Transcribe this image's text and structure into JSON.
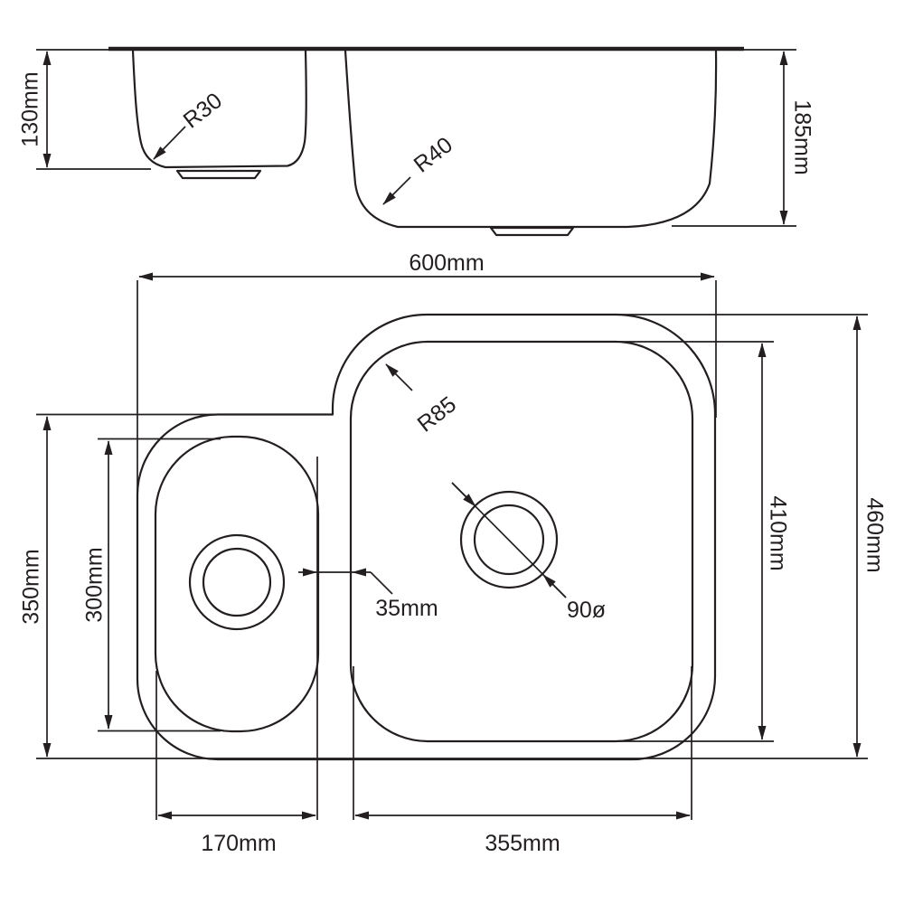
{
  "colors": {
    "line": "#231f20",
    "background": "#ffffff"
  },
  "elevation_view": {
    "depth_small_bowl": "130mm",
    "depth_large_bowl": "185mm",
    "radius_small_bowl": "R30",
    "radius_large_bowl": "R40"
  },
  "plan_view": {
    "overall_width": "600mm",
    "overall_depth": "460mm",
    "small_bowl_outer_depth": "350mm",
    "small_bowl_inner_depth": "300mm",
    "large_bowl_inner_depth": "410mm",
    "small_bowl_width": "170mm",
    "large_bowl_width": "355mm",
    "divider_width": "35mm",
    "waste_hole_diameter": "90ø",
    "bowl_corner_radius": "R85"
  }
}
